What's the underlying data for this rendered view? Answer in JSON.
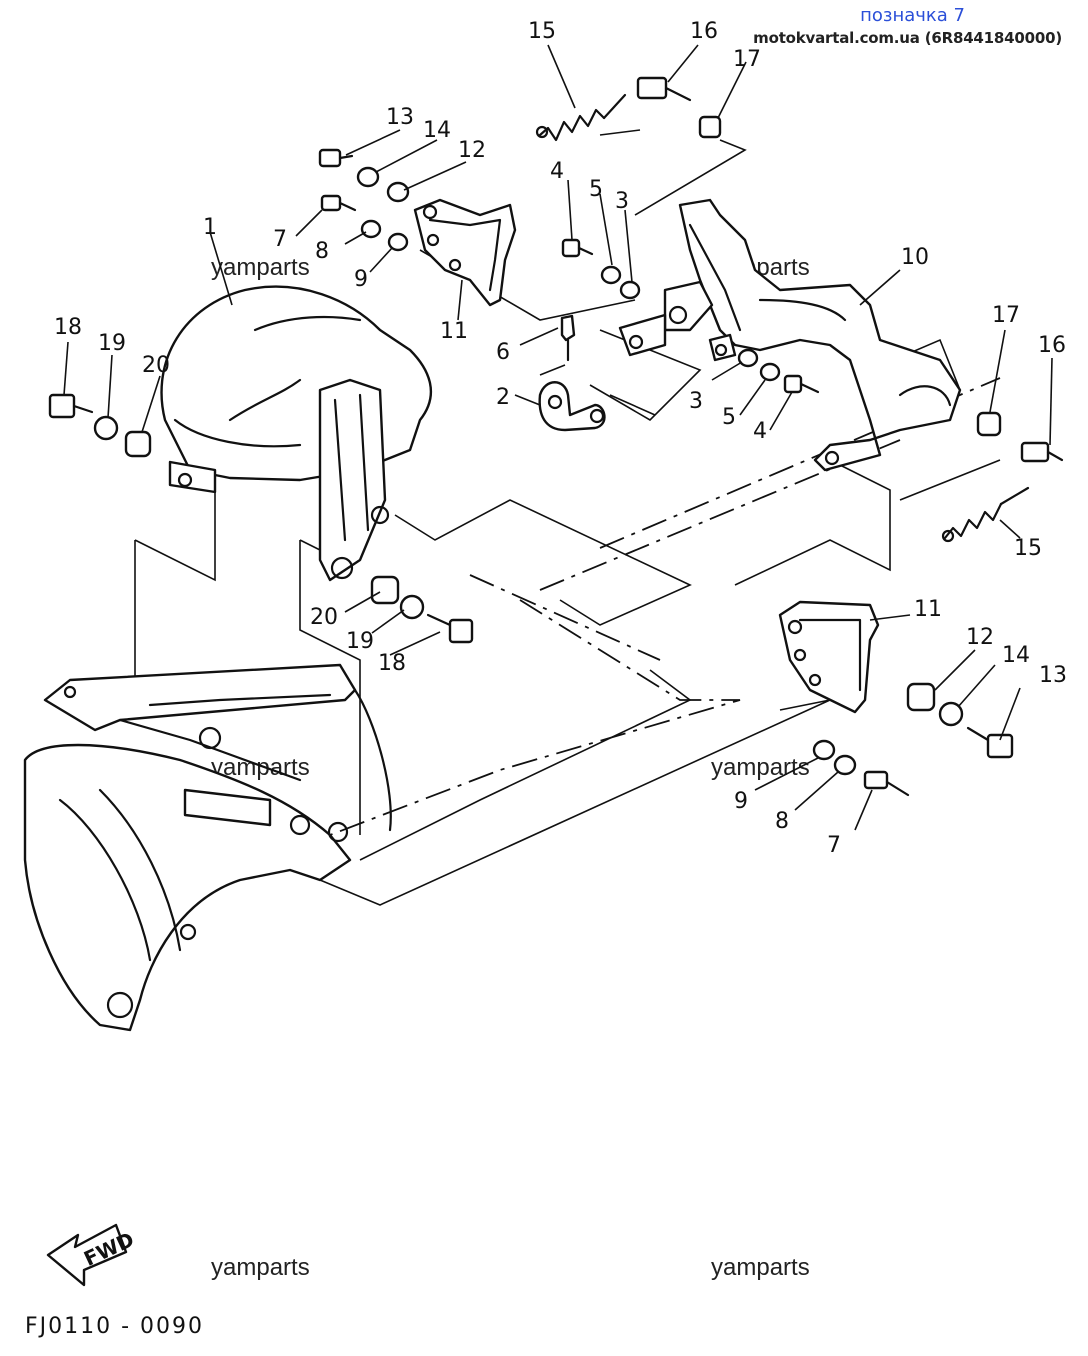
{
  "header": {
    "badge": "позначка 7",
    "source": "motokvartal.com.ua (6R8441840000)"
  },
  "watermarks": [
    "yamparts",
    "yamparts",
    "yamparts",
    "yamparts",
    "yamparts",
    "yamparts"
  ],
  "figure_code": "FJ0110 - 0090",
  "direction_arrow": "FWD",
  "callouts": {
    "c1": "1",
    "c2": "2",
    "c3a": "3",
    "c3b": "3",
    "c4a": "4",
    "c4b": "4",
    "c5a": "5",
    "c5b": "5",
    "c6": "6",
    "c7a": "7",
    "c7b": "7",
    "c8a": "8",
    "c8b": "8",
    "c9a": "9",
    "c9b": "9",
    "c10": "10",
    "c11a": "11",
    "c11b": "11",
    "c12a": "12",
    "c12b": "12",
    "c13a": "13",
    "c13b": "13",
    "c14a": "14",
    "c14b": "14",
    "c15a": "15",
    "c15b": "15",
    "c16a": "16",
    "c16b": "16",
    "c17a": "17",
    "c17b": "17",
    "c18a": "18",
    "c18b": "18",
    "c19a": "19",
    "c19b": "19",
    "c20a": "20",
    "c20b": "20"
  }
}
